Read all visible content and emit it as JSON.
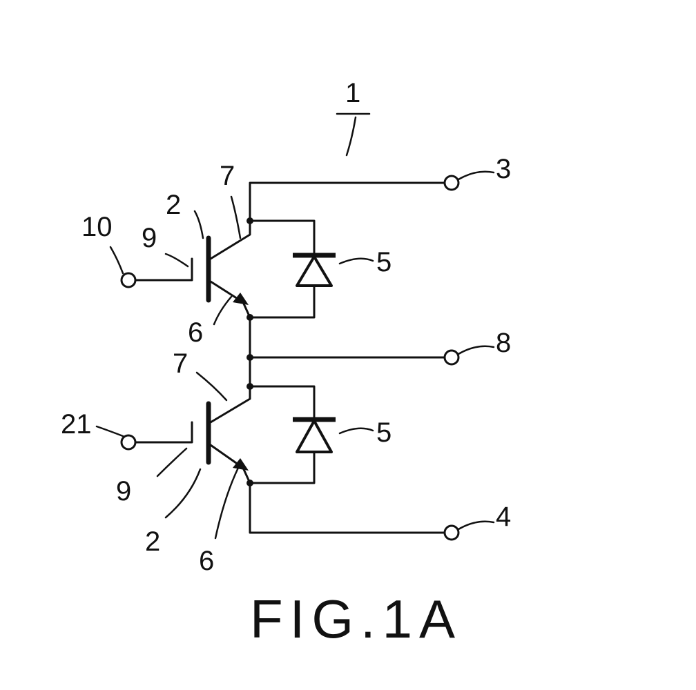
{
  "figure": {
    "caption": "FIG.1A",
    "labels": {
      "module": "1",
      "positive_terminal": "3",
      "negative_terminal": "4",
      "output_terminal": "8",
      "upper_gate_terminal": "10",
      "lower_gate_terminal": "21",
      "upper_transistor": "2",
      "lower_transistor": "2",
      "upper_gate": "9",
      "lower_gate": "9",
      "upper_collector": "7",
      "lower_collector": "7",
      "upper_emitter": "6",
      "lower_emitter": "6",
      "upper_diode": "5",
      "lower_diode": "5"
    }
  }
}
